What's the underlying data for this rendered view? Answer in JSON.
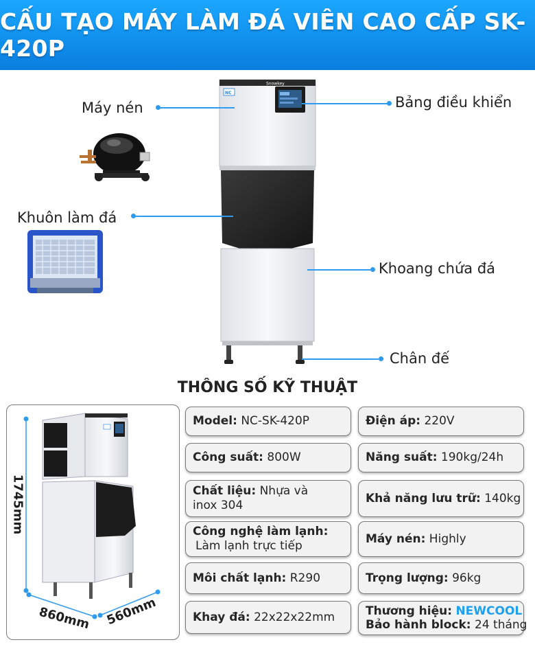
{
  "banner": {
    "title": "CẤU TẠO MÁY LÀM ĐÁ VIÊN CAO CẤP SK-420P"
  },
  "callouts": {
    "compressor": "Máy nén",
    "control_panel": "Bảng điều khiển",
    "ice_mold": "Khuôn làm đá",
    "ice_bin": "Khoang chứa đá",
    "base_legs": "Chân đế"
  },
  "machine": {
    "brand_plate": "Snowkey",
    "logo_text": "NC"
  },
  "specs": {
    "heading": "THÔNG SỐ KỸ THUẬT",
    "model": {
      "key": "Model:",
      "value": " NC-SK-420P"
    },
    "voltage": {
      "key": "Điện áp:",
      "value": " 220V"
    },
    "power": {
      "key": "Công suất:",
      "value": " 800W"
    },
    "capacity": {
      "key": "Năng suất:",
      "value": " 190kg/24h"
    },
    "material": {
      "key": "Chất liệu:",
      "value": " Nhựa và",
      "value2": "inox 304"
    },
    "storage": {
      "key": "Khả năng lưu trữ:",
      "value": " 140kg"
    },
    "cooling_tech": {
      "key": "Công nghệ làm lạnh:",
      "value": "Làm lạnh trực tiếp"
    },
    "compressor": {
      "key": "Máy nén:",
      "value": " Highly"
    },
    "refrigerant": {
      "key": "Môi chất lạnh:",
      "value": " R290"
    },
    "weight": {
      "key": "Trọng lượng:",
      "value": " 96kg"
    },
    "ice_tray": {
      "key": "Khay đá:",
      "value": " 22x22x22mm"
    },
    "brand": {
      "key": "Thương hiệu:",
      "value": "NEWCOOL"
    },
    "warranty": {
      "key": "Bảo hành block:",
      "value": " 24 tháng"
    }
  },
  "dimensions": {
    "height": "1745mm",
    "depth": "860mm",
    "width": "560mm"
  },
  "colors": {
    "banner": "#0a7ee0",
    "accent_line": "#2e9bf0",
    "brand": "#1fa0ee"
  }
}
